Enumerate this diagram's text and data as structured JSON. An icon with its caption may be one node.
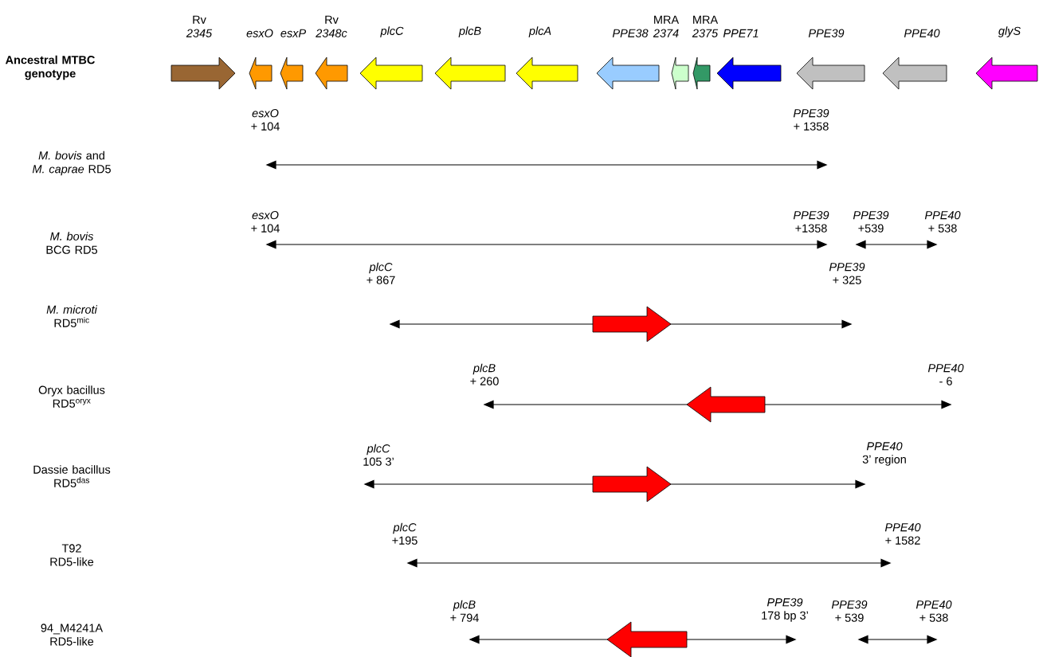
{
  "diagram": {
    "nodes": [
      {
        "text": [
          "Rv *2345*"
        ]
      },
      {
        "text": [
          "esxO"
        ]
      },
      {
        "text": [
          "esxP"
        ]
      },
      {
        "text": [
          "Rv *2348c*"
        ]
      },
      {
        "text": [
          "plcC"
        ]
      },
      {
        "text": [
          "plcB"
        ]
      },
      {
        "text": [
          "plcA"
        ]
      },
      {
        "text": [
          "PPE38"
        ]
      },
      {
        "text": [
          "MRA *2374*"
        ]
      },
      {
        "text": [
          "MRA *2375*"
        ]
      },
      {
        "text": [
          "PPE71"
        ]
      },
      {
        "text": [
          "PPE39"
        ]
      },
      {
        "text": [
          "PPE40"
        ]
      },
      {
        "text": [
          "glyS"
        ]
      },
      {
        "text": [
          "esxO",
          "+ 104"
        ]
      },
      {
        "text": [
          "PPE39",
          "+ 1358"
        ]
      },
      {
        "text": [
          "esxO",
          "+ 104"
        ]
      },
      {
        "text": [
          "PPE39",
          "+1358"
        ]
      },
      {
        "text": [
          "PPE39",
          "+539"
        ]
      },
      {
        "text": [
          "PPE40",
          "+ 538"
        ]
      },
      {
        "text": [
          "plcC",
          "+ 867"
        ]
      },
      {
        "text": [
          "PPE39",
          "+ 325"
        ]
      },
      {
        "text": [
          "plcB",
          "+ 260"
        ]
      },
      {
        "text": [
          "PPE40",
          "- 6"
        ]
      },
      {
        "text": [
          "plcC",
          "105 3’"
        ]
      },
      {
        "text": [
          "PPE40",
          "3’ region"
        ]
      },
      {
        "text": [
          "plcC",
          "+195"
        ]
      },
      {
        "text": [
          "PPE40",
          "+ 1582"
        ]
      },
      {
        "text": [
          "plcB",
          "+ 794"
        ]
      },
      {
        "text": [
          "PPE39",
          "178 bp 3’"
        ]
      },
      {
        "text": [
          "PPE39",
          "+ 539"
        ]
      },
      {
        "text": [
          "PPE40",
          "+ 538"
        ]
      }
    ],
    "edges": [
      {
        "from": 14,
        "to": 15,
        "arrow": "both"
      },
      {
        "from": 16,
        "to": 17,
        "arrow": "both"
      },
      {
        "from": 18,
        "to": 19,
        "arrow": "both"
      },
      {
        "from": 20,
        "to": 21,
        "arrow": "both"
      },
      {
        "from": 22,
        "to": 23,
        "arrow": "both"
      },
      {
        "from": 24,
        "to": 25,
        "arrow": "both"
      },
      {
        "from": 26,
        "to": 27,
        "arrow": "both"
      },
      {
        "from": 28,
        "to": 29,
        "arrow": "both"
      },
      {
        "from": 30,
        "to": 31,
        "arrow": "both"
      }
    ],
    "labels": [
      "Ancestral MTBC genotype",
      "*M. bovis* and *M. caprae* RD5",
      "*M. bovis* BCG RD5",
      "*M. microti* RD5$^{mic}$",
      "Oryx bacillus RD5$^{oryx}$",
      "Dassie bacillus RD5$^{das}$",
      "T92 RD5-like",
      "94_M4241A RD5-like"
    ]
  }
}
